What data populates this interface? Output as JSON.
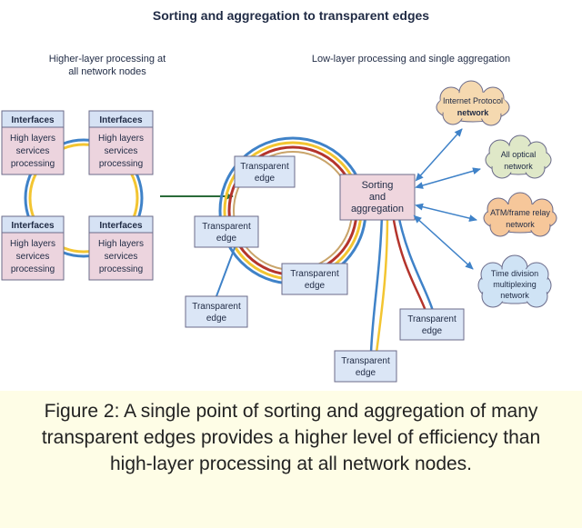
{
  "title": "Sorting and aggregation to transparent edges",
  "left_heading": [
    "Higher-layer processing at",
    "all network nodes"
  ],
  "right_heading": "Low-layer processing and single aggregation",
  "left_nodes": [
    {
      "header": "Interfaces",
      "body": [
        "High layers",
        "services",
        "processing"
      ]
    },
    {
      "header": "Interfaces",
      "body": [
        "High layers",
        "services",
        "processing"
      ]
    },
    {
      "header": "Interfaces",
      "body": [
        "High layers",
        "services",
        "processing"
      ]
    },
    {
      "header": "Interfaces",
      "body": [
        "High layers",
        "services",
        "processing"
      ]
    }
  ],
  "hub": [
    "Sorting",
    "and",
    "aggregation"
  ],
  "edges": [
    [
      "Transparent",
      "edge"
    ],
    [
      "Transparent",
      "edge"
    ],
    [
      "Transparent",
      "edge"
    ],
    [
      "Transparent",
      "edge"
    ],
    [
      "Transparent",
      "edge"
    ],
    [
      "Transparent",
      "edge"
    ]
  ],
  "networks": [
    {
      "lines": [
        "Internet Protocol",
        "network"
      ],
      "fill": "#f5d9b0"
    },
    {
      "lines": [
        "All optical",
        "network"
      ],
      "fill": "#dfe8c8"
    },
    {
      "lines": [
        "ATM/frame relay",
        "network"
      ],
      "fill": "#f6c79a"
    },
    {
      "lines": [
        "Time division",
        "multiplexing",
        "network"
      ],
      "fill": "#cfe3f5"
    }
  ],
  "caption": "Figure 2: A single point of sorting and aggregation of many transparent edges provides a higher level of efficiency than high-layer processing at all network nodes.",
  "colors": {
    "node_header": "#d6e2f4",
    "node_body": "#ecd4de",
    "hub_fill": "#efd6de",
    "edge_fill": "#dbe6f6",
    "ring_blue": "#3f82c8",
    "ring_yellow": "#f3c531",
    "ring_red": "#b4342c",
    "ring_tan": "#c9a46a",
    "arrow_green": "#2a6b3a",
    "arrow_blue": "#3f82c8"
  }
}
